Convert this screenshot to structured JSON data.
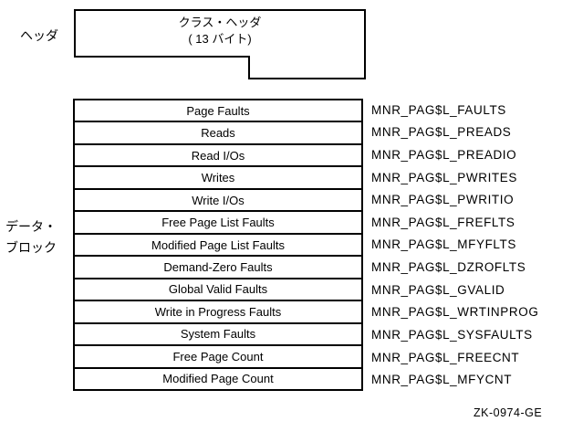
{
  "figure": {
    "header_side_label": "ヘッダ",
    "class_header": {
      "line1": "クラス・ヘッダ",
      "line2": "( 13 バイト)"
    },
    "data_block_label": {
      "line1": "データ・",
      "line2": "ブロック"
    },
    "rows": [
      {
        "field": "Page Faults",
        "symbol": "MNR_PAG$L_FAULTS"
      },
      {
        "field": "Reads",
        "symbol": "MNR_PAG$L_PREADS"
      },
      {
        "field": "Read I/Os",
        "symbol": "MNR_PAG$L_PREADIO"
      },
      {
        "field": "Writes",
        "symbol": "MNR_PAG$L_PWRITES"
      },
      {
        "field": "Write I/Os",
        "symbol": "MNR_PAG$L_PWRITIO"
      },
      {
        "field": "Free Page List Faults",
        "symbol": "MNR_PAG$L_FREFLTS"
      },
      {
        "field": "Modified Page List Faults",
        "symbol": "MNR_PAG$L_MFYFLTS"
      },
      {
        "field": "Demand-Zero Faults",
        "symbol": "MNR_PAG$L_DZROFLTS"
      },
      {
        "field": "Global Valid Faults",
        "symbol": "MNR_PAG$L_GVALID"
      },
      {
        "field": "Write in Progress Faults",
        "symbol": "MNR_PAG$L_WRTINPROG"
      },
      {
        "field": "System Faults",
        "symbol": "MNR_PAG$L_SYSFAULTS"
      },
      {
        "field": "Free Page Count",
        "symbol": "MNR_PAG$L_FREECNT"
      },
      {
        "field": "Modified Page Count",
        "symbol": "MNR_PAG$L_MFYCNT"
      }
    ],
    "figure_id": "ZK-0974-GE",
    "colors": {
      "line": "#000000",
      "background": "#ffffff",
      "text": "#000000"
    }
  }
}
